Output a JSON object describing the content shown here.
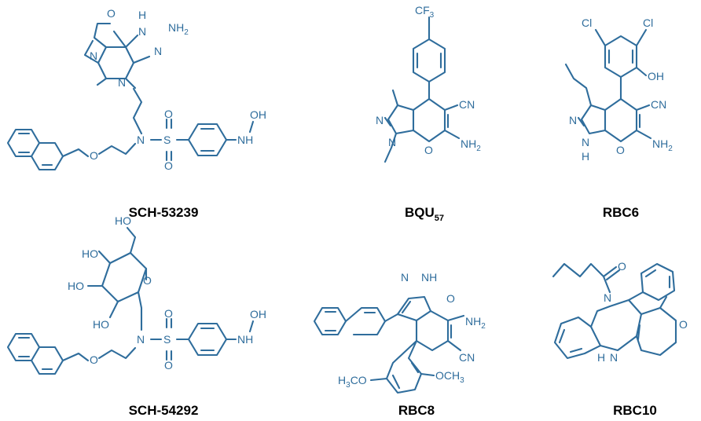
{
  "colors": {
    "structure": "#2f6d9c",
    "label": "#000000",
    "background": "#ffffff"
  },
  "compounds": [
    {
      "name": "SCH-53239",
      "atom_labels": {
        "oxo": "O",
        "ring_nh": "N",
        "ring_h": "H",
        "amine": "NH",
        "amine_sub": "2",
        "n_top": "N",
        "n_mid": "N",
        "n9": "N",
        "sulfonamide_n": "N",
        "ether_o": "O",
        "s": "S",
        "so_top": "O",
        "so_bottom": "O",
        "hydroxylamine_n": "NH",
        "hydroxylamine_oh": "OH"
      }
    },
    {
      "name": "BQU",
      "name_sub": "57",
      "atom_labels": {
        "cf3": "CF",
        "cf3_sub": "3",
        "nitrile": "CN",
        "n1": "N",
        "n2": "N",
        "ring_o": "O",
        "amine": "NH",
        "amine_sub": "2"
      }
    },
    {
      "name": "RBC6",
      "atom_labels": {
        "cl_left": "Cl",
        "cl_right": "Cl",
        "oh": "OH",
        "nitrile": "CN",
        "n1": "N",
        "nh": "N",
        "nh_h": "H",
        "ring_o": "O",
        "amine": "NH",
        "amine_sub": "2"
      }
    },
    {
      "name": "SCH-54292",
      "atom_labels": {
        "oh_top": "HO",
        "oh_a": "HO",
        "oh_b": "HO",
        "oh_c": "HO",
        "ring_o": "O",
        "sulfonamide_n": "N",
        "ether_o": "O",
        "s": "S",
        "so_top": "O",
        "so_bottom": "O",
        "hydroxylamine_n": "NH",
        "hydroxylamine_oh": "OH"
      }
    },
    {
      "name": "RBC8",
      "atom_labels": {
        "n1": "N",
        "nh": "NH",
        "ring_o": "O",
        "amine": "NH",
        "amine_sub": "2",
        "nitrile": "CN",
        "methoxy_a": "H",
        "methoxy_a_sub": "3",
        "methoxy_a_rest": "CO",
        "methoxy_b": "OCH",
        "methoxy_b_sub": "3"
      }
    },
    {
      "name": "RBC10",
      "atom_labels": {
        "amide_o": "O",
        "ring_n": "N",
        "ketone_o": "O",
        "ring_nh": "N",
        "ring_h": "H"
      }
    }
  ]
}
